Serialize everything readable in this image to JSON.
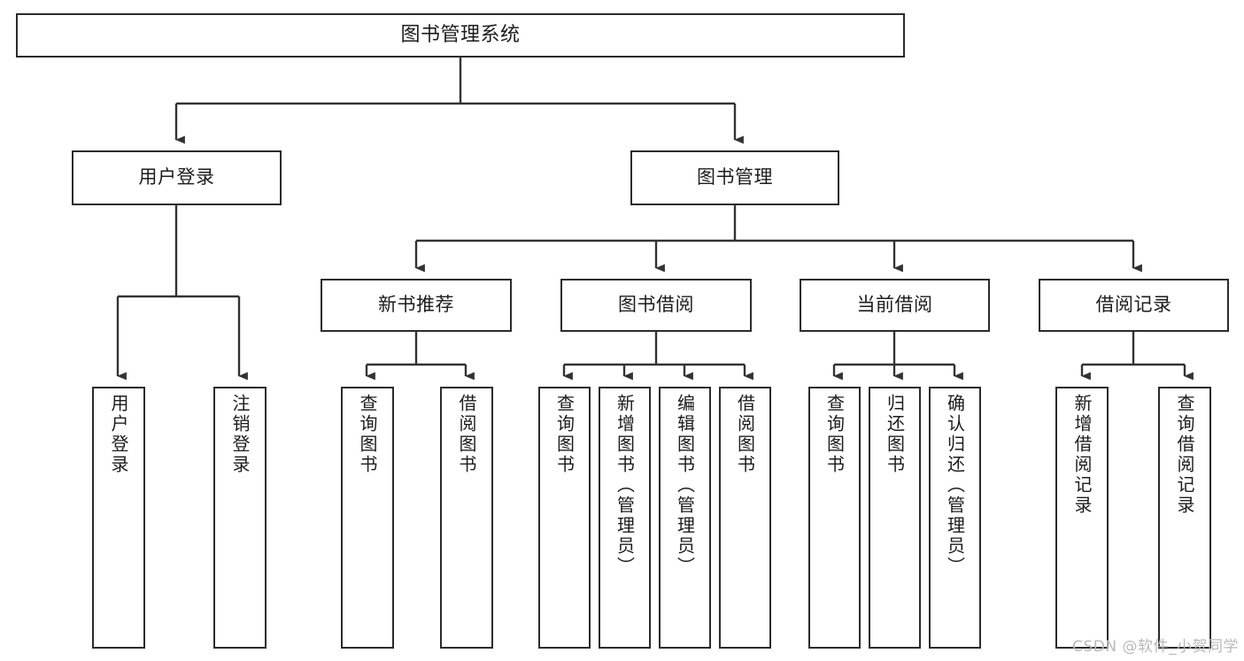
{
  "diagram": {
    "type": "tree-hierarchy",
    "title": "图书管理系统",
    "orientation": "top-down",
    "colors": {
      "box_border": "#2b2b2b",
      "box_fill": "#ffffff",
      "connector": "#333333",
      "text": "#1c1c1c",
      "watermark": "#b9b9b9"
    },
    "levels": 4
  },
  "root": {
    "label": "图书管理系统"
  },
  "level2": [
    {
      "label": "用户登录"
    },
    {
      "label": "图书管理"
    }
  ],
  "level3": [
    {
      "label": "新书推荐"
    },
    {
      "label": "图书借阅"
    },
    {
      "label": "当前借阅"
    },
    {
      "label": "借阅记录"
    }
  ],
  "leaves": {
    "user_login": [
      {
        "label": "用户登录"
      },
      {
        "label": "注销登录"
      }
    ],
    "new_book_recommend": [
      {
        "label": "查询图书"
      },
      {
        "label": "借阅图书"
      }
    ],
    "book_borrow": [
      {
        "label": "查询图书"
      },
      {
        "label": "新增图书（管理员）"
      },
      {
        "label": "编辑图书（管理员）"
      },
      {
        "label": "借阅图书"
      }
    ],
    "current_borrow": [
      {
        "label": "查询图书"
      },
      {
        "label": "归还图书"
      },
      {
        "label": "确认归还（管理员）"
      }
    ],
    "borrow_record": [
      {
        "label": "新增借阅记录"
      },
      {
        "label": "查询借阅记录"
      }
    ]
  },
  "watermark": {
    "text": "CSDN @软件_小贺同学"
  }
}
